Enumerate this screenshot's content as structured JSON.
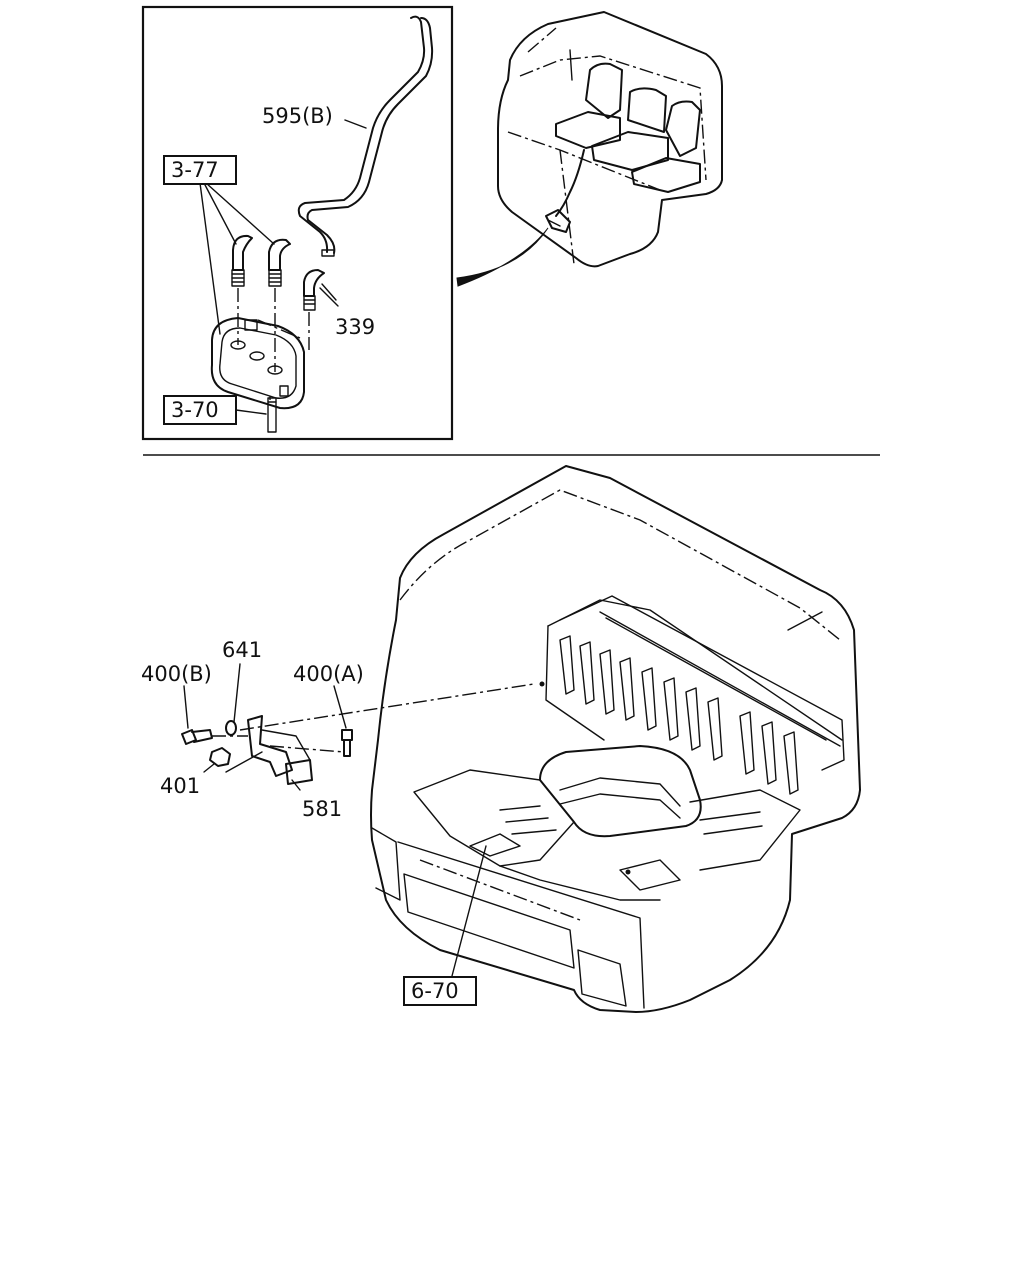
{
  "top_panel": {
    "callouts": {
      "hose": "595(B)",
      "elbow": "339"
    },
    "refs": {
      "fittings": "3-77",
      "pipe": "3-70"
    }
  },
  "bottom_panel": {
    "callouts": {
      "bolt_b": "400(B)",
      "washer": "641",
      "bolt_a": "400(A)",
      "nut": "401",
      "bracket": "581"
    },
    "refs": {
      "floor": "6-70"
    }
  }
}
